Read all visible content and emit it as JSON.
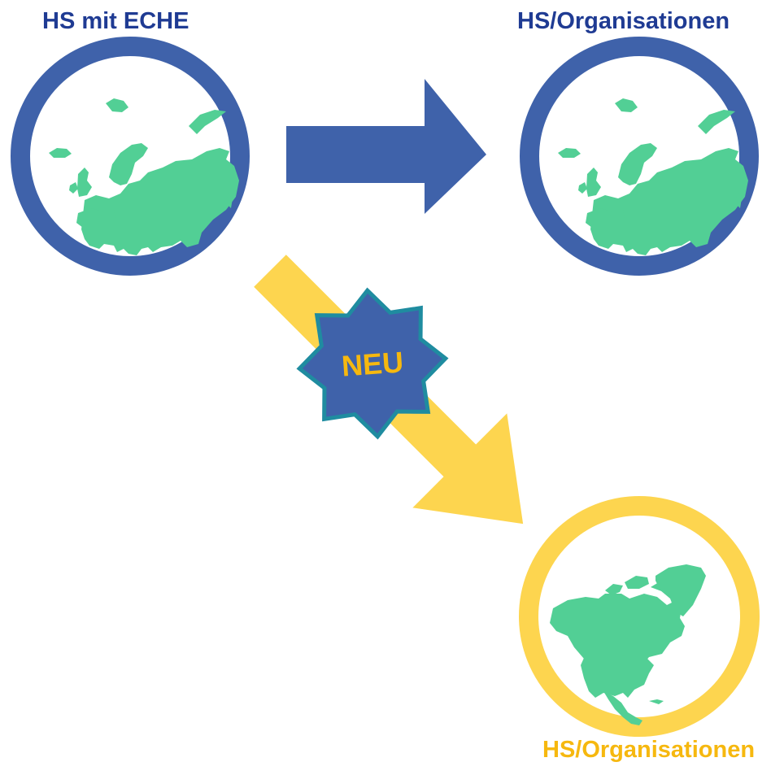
{
  "nodes": {
    "source": {
      "label": "HS mit ECHE",
      "map": "europe-map"
    },
    "target_existing": {
      "label": "HS/Organisationen",
      "map": "europe-map"
    },
    "target_new": {
      "label": "HS/Organisationen",
      "map": "north-america-map"
    }
  },
  "badge": {
    "label": "NEU"
  },
  "colors": {
    "blue": "#3f62aa",
    "label_blue": "#1f3b93",
    "yellow": "#fdd54f",
    "label_yellow": "#f6b80f",
    "map_green": "#52cf95",
    "badge_fill": "#3f62aa",
    "badge_stroke": "#1f8ca0",
    "badge_text": "#f6b80f"
  }
}
